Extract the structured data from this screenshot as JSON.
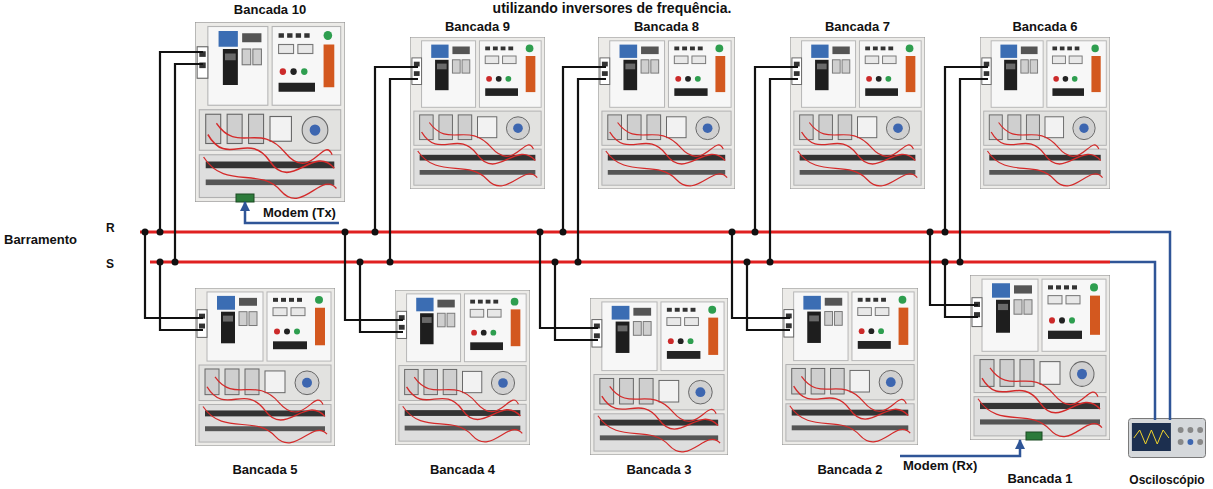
{
  "diagram": {
    "title": "utilizando inversores de frequência.",
    "nodes": [
      {
        "text": [
          "Bancada 10"
        ]
      },
      {
        "text": [
          "Bancada 9"
        ]
      },
      {
        "text": [
          "Bancada 8"
        ]
      },
      {
        "text": [
          "Bancada 7"
        ]
      },
      {
        "text": [
          "Bancada 6"
        ]
      },
      {
        "text": [
          "Modem (Tx)"
        ]
      },
      {
        "text": [
          "Bancada 5"
        ]
      },
      {
        "text": [
          "Bancada 4"
        ]
      },
      {
        "text": [
          "Bancada 3"
        ]
      },
      {
        "text": [
          "Bancada 2"
        ]
      },
      {
        "text": [
          "Bancada 1"
        ]
      },
      {
        "text": [
          "Modem (Rx)"
        ]
      },
      {
        "text": [
          "Osciloscópio"
        ]
      }
    ],
    "edges": [
      {
        "from": 5,
        "to": 0,
        "arrow": "to"
      },
      {
        "from": 11,
        "to": 10,
        "arrow": "to"
      }
    ],
    "labels": [
      "Barramento",
      "R",
      "S"
    ]
  }
}
